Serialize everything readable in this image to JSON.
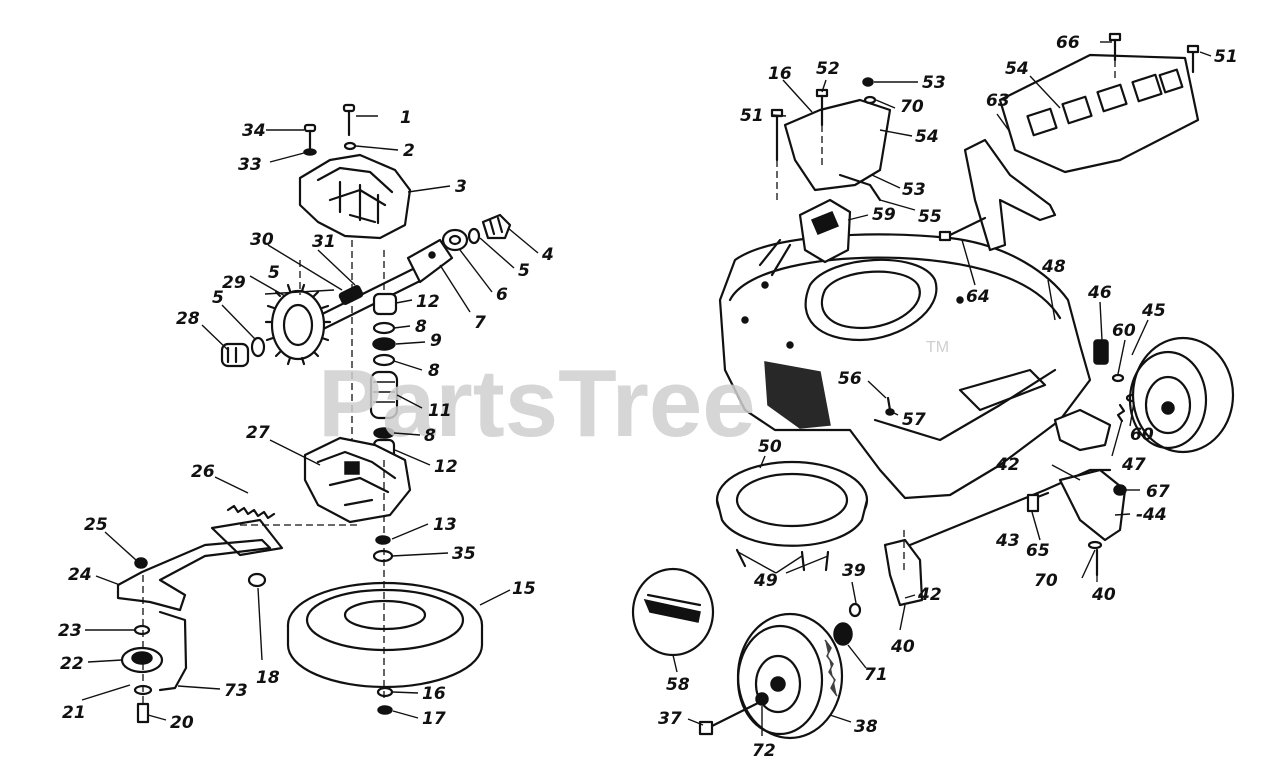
{
  "watermark": {
    "text": "PartsTree",
    "trademark": "TM"
  },
  "callouts": {
    "n1": "1",
    "n2": "2",
    "n3": "3",
    "n4": "4",
    "n5a": "5",
    "n5b": "5",
    "n5c": "5",
    "n6": "6",
    "n7": "7",
    "n8a": "8",
    "n8b": "8",
    "n8c": "8",
    "n9": "9",
    "n11": "11",
    "n12a": "12",
    "n12b": "12",
    "n13": "13",
    "n15": "15",
    "n16a": "16",
    "n16b": "16",
    "n17": "17",
    "n18": "18",
    "n20": "20",
    "n21": "21",
    "n22": "22",
    "n23": "23",
    "n24": "24",
    "n25": "25",
    "n26": "26",
    "n27": "27",
    "n28": "28",
    "n29": "29",
    "n30": "30",
    "n31": "31",
    "n33": "33",
    "n34": "34",
    "n35": "35",
    "n37": "37",
    "n38": "38",
    "n39": "39",
    "n40a": "40",
    "n40b": "40",
    "n42a": "42",
    "n42b": "42",
    "n43": "43",
    "n44": "-44",
    "n45": "45",
    "n46": "46",
    "n47": "47",
    "n48": "48",
    "n49": "49",
    "n50": "50",
    "n51a": "51",
    "n51b": "51",
    "n52": "52",
    "n53a": "53",
    "n53b": "53",
    "n54a": "54",
    "n54b": "54",
    "n55": "55",
    "n56": "56",
    "n57": "57",
    "n58": "58",
    "n59": "59",
    "n60a": "60",
    "n60b": "60",
    "n63": "63",
    "n64": "64",
    "n65": "65",
    "n66": "66",
    "n67": "67",
    "n70a": "70",
    "n70b": "70",
    "n71": "71",
    "n72": "72",
    "n73": "73"
  }
}
